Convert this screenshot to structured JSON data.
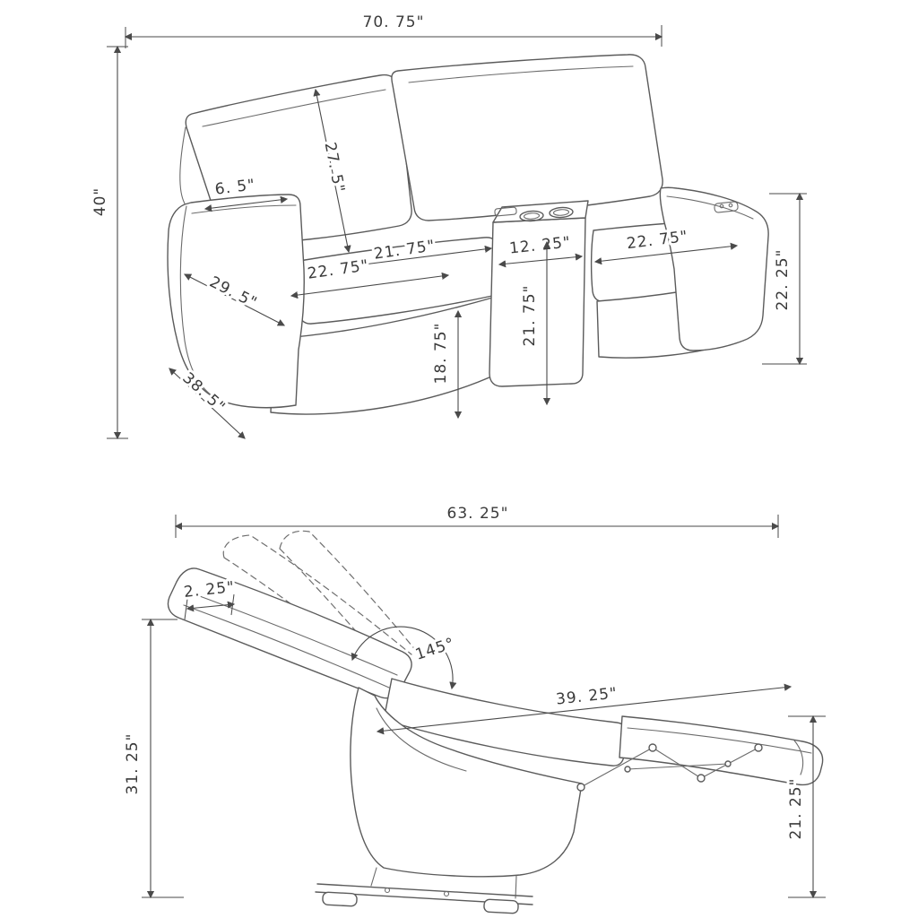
{
  "canvas": {
    "background": "#ffffff",
    "line_color": "#5b5b5b",
    "dimension_color": "#4a4a4a",
    "text_color": "#3b3b3b"
  },
  "loveseat": {
    "label": "power-loveseat-with-console-front-view",
    "dims": {
      "overall_width": "70. 75\"",
      "overall_height": "40\"",
      "seat_back_height": "27. 5\"",
      "arm_top_width": "6. 5\"",
      "seat_cushion_depth": "21. 75\"",
      "left_seat_width": "22. 75\"",
      "console_width": "12. 25\"",
      "right_seat_width": "22. 75\"",
      "arm_depth": "29. 5\"",
      "arm_height": "22. 25\"",
      "console_height": "21. 75\"",
      "seat_height": "18. 75\"",
      "overall_depth": "38. 5\""
    }
  },
  "recliner": {
    "label": "recliner-reclined-side-profile",
    "dims": {
      "reclined_length": "63. 25\"",
      "wall_clearance": "2. 25\"",
      "recline_angle": "145°",
      "seat_to_footrest_length": "39. 25\"",
      "reclined_height": "31. 25\"",
      "footrest_height": "21. 25\""
    }
  }
}
